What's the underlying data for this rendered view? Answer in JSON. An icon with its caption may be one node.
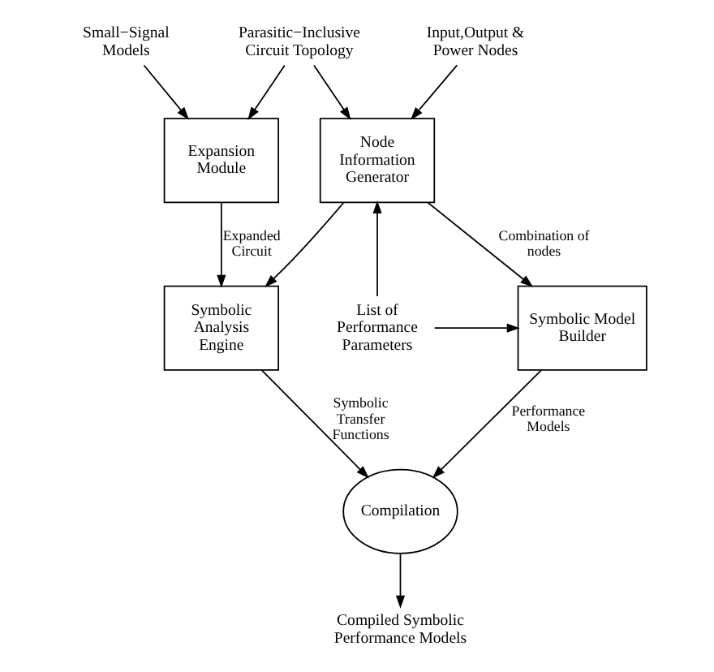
{
  "diagram": {
    "nodes": [
      {
        "text": [
          "Input,Output & Power Nodes"
        ]
      },
      {
        "text": [
          "Parasitic−Inclusive Circuit Topology"
        ]
      },
      {
        "text": [
          "Small−Signal Models"
        ]
      },
      {
        "text": [
          "Node Information Generator"
        ]
      },
      {
        "text": [
          "Expansion Module"
        ]
      },
      {
        "text": [
          "List of Performance Parameters"
        ]
      },
      {
        "text": [
          "Symbolic Model Builder"
        ]
      },
      {
        "text": [
          "Symbolic Analysis Engine"
        ]
      },
      {
        "text": [
          "Compilation"
        ]
      },
      {
        "text": [
          "Compiled Symbolic Performance Models"
        ]
      }
    ],
    "edges": [
      {
        "from": 0,
        "to": 3,
        "arrow": "to"
      },
      {
        "from": 1,
        "to": 3,
        "arrow": "to"
      },
      {
        "from": 1,
        "to": 4,
        "arrow": "to"
      },
      {
        "from": 2,
        "to": 4,
        "arrow": "to"
      },
      {
        "from": 3,
        "to": 6,
        "arrow": "to",
        "label": "Combination of nodes"
      },
      {
        "from": 3,
        "to": 7,
        "arrow": "to"
      },
      {
        "from": 4,
        "to": 7,
        "arrow": "to",
        "label": "Expanded Circuit"
      },
      {
        "from": 5,
        "to": 3,
        "arrow": "to"
      },
      {
        "from": 5,
        "to": 6,
        "arrow": "to"
      },
      {
        "from": 6,
        "to": 8,
        "arrow": "to",
        "label": "Performance Models"
      },
      {
        "from": 7,
        "to": 8,
        "arrow": "to",
        "label": "Symbolic Transfer Functions"
      },
      {
        "from": 8,
        "to": 9,
        "arrow": "to"
      }
    ]
  }
}
